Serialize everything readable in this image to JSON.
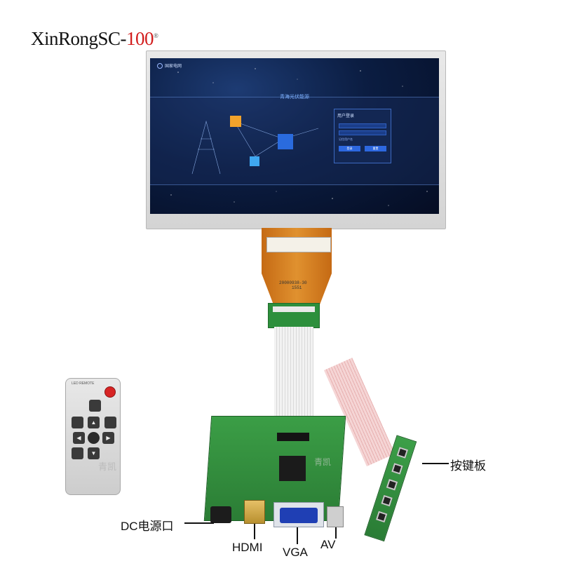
{
  "brand": {
    "name": "XinRongSC-",
    "number": "100",
    "mark": "®"
  },
  "screen": {
    "logo_text": "国家电网",
    "title": "青海光伏能源",
    "login": {
      "title": "用户登录",
      "remember": "记住用户名",
      "login_btn": "登录",
      "reset_btn": "重置"
    }
  },
  "flex_cable": {
    "code": "20000938-30",
    "sub": "1551"
  },
  "remote": {
    "label": "LED REMOTE",
    "watermark": "青凯"
  },
  "board": {
    "watermark": "青凯"
  },
  "labels": {
    "keypad": "按键板",
    "dc": "DC电源口",
    "hdmi": "HDMI",
    "vga": "VGA",
    "av": "AV"
  },
  "colors": {
    "accent": "#d21c1c",
    "pcb": "#2f8a3a",
    "screen_bg": "#0b1d42",
    "flex": "#d8832a"
  }
}
